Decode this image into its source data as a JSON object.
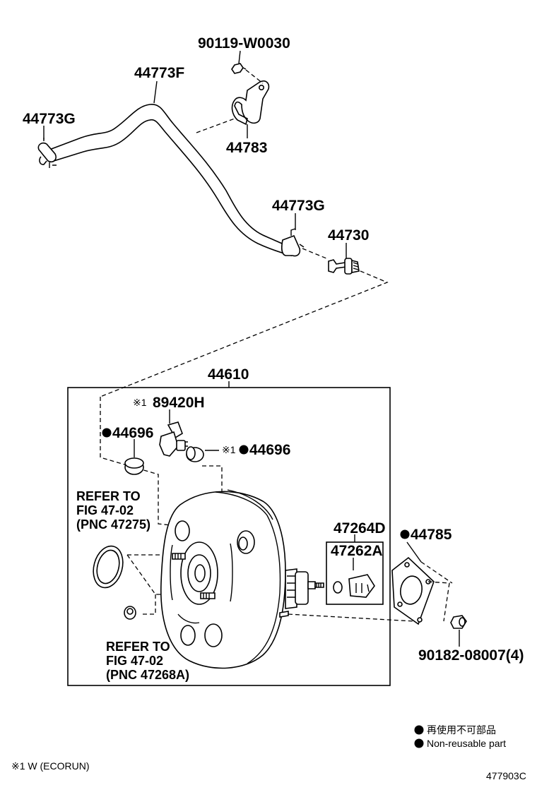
{
  "labels": {
    "bolt_90119": "90119-W0030",
    "hose_44773f": "44773F",
    "clamp_44773g_left": "44773G",
    "bracket_44783": "44783",
    "clamp_44773g_right": "44773G",
    "valve_44730": "44730",
    "booster_44610": "44610",
    "sensor_89420h": "89420H",
    "grommet_44696_left": "44696",
    "grommet_44696_right": "44696",
    "refer_top_1": "REFER TO",
    "refer_top_2": "FIG 47-02",
    "refer_top_3": "(PNC 47275)",
    "refer_bot_1": "REFER TO",
    "refer_bot_2": "FIG 47-02",
    "refer_bot_3": "(PNC 47268A)",
    "kit_47264d": "47264D",
    "clevis_47262a": "47262A",
    "gasket_44785": "44785",
    "nut_90182": "90182-08007(4)",
    "note_mark_sensor": "※1",
    "note_mark_grommet": "※1"
  },
  "legend": {
    "nonreusable_jp": "再使用不可部品",
    "nonreusable_en": "Non-reusable part"
  },
  "footnote": "※1 W (ECORUN)",
  "illustration_code": "477903C",
  "colors": {
    "ink": "#000000",
    "paper": "#ffffff"
  }
}
